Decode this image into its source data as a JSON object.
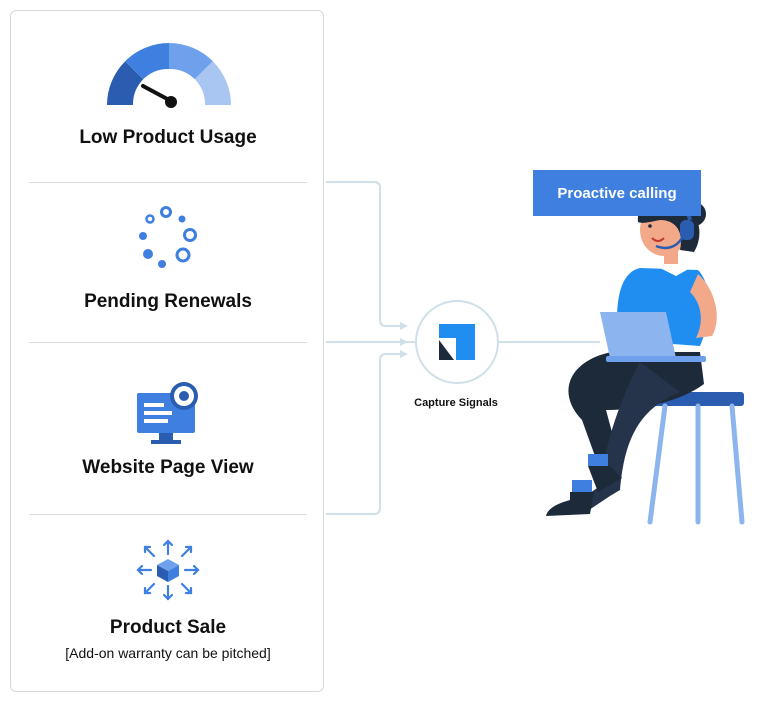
{
  "signals": [
    {
      "label": "Low Product Usage",
      "icon": "gauge-icon"
    },
    {
      "label": "Pending Renewals",
      "icon": "loading-dots-icon"
    },
    {
      "label": "Website Page View",
      "icon": "monitor-eye-icon"
    },
    {
      "label": "Product Sale",
      "sub": "[Add-on warranty can be pitched]",
      "icon": "box-arrows-icon"
    }
  ],
  "hub": {
    "label": "Capture Signals",
    "icon": "capture-logo-icon"
  },
  "action": {
    "label": "Proactive calling",
    "icon": "agent-with-headset-illustration"
  },
  "colors": {
    "accent": "#3f7fe0",
    "dark_blue": "#2a5db0",
    "connector": "#cfe0e8",
    "navy": "#1d2a3a"
  }
}
